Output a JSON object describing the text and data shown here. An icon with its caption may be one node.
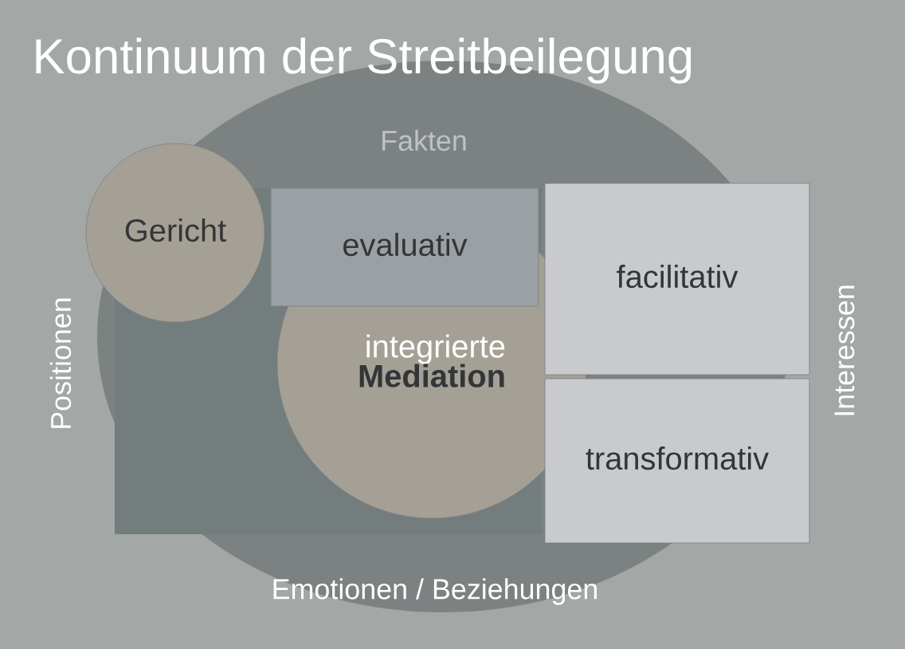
{
  "diagram": {
    "title": "Kontinuum der Streitbeilegung",
    "nodes": [
      {
        "text": [
          "Gericht"
        ]
      },
      {
        "text": [
          "evaluativ"
        ]
      },
      {
        "text": [
          "integrierte",
          "Mediation"
        ]
      },
      {
        "text": [
          "facilitativ"
        ]
      },
      {
        "text": [
          "transformativ"
        ]
      }
    ],
    "labels": [
      "Fakten",
      "Positionen",
      "Interessen",
      "Emotionen / Beziehungen"
    ]
  }
}
